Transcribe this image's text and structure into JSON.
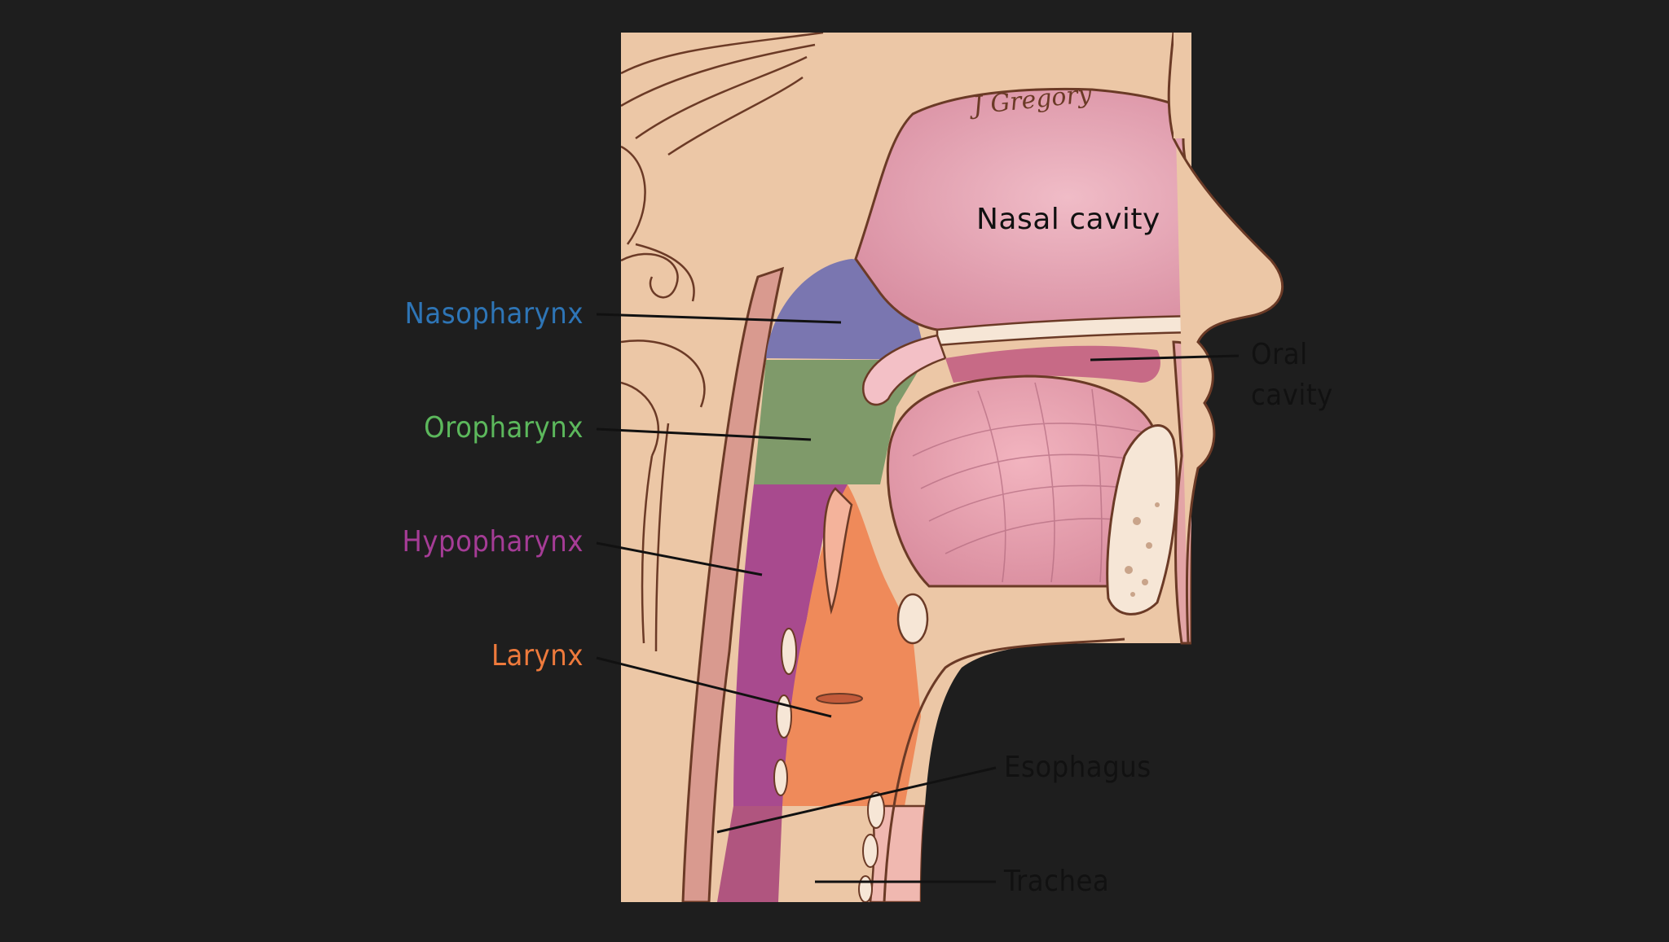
{
  "signature": "J Gregory",
  "labels": {
    "nasal_cavity": "Nasal cavity",
    "nasopharynx": "Nasopharynx",
    "oropharynx": "Oropharynx",
    "hypopharynx": "Hypopharynx",
    "larynx": "Larynx",
    "oral_cavity_line1": "Oral",
    "oral_cavity_line2": "cavity",
    "esophagus": "Esophagus",
    "trachea": "Trachea"
  },
  "colors": {
    "background": "#1e1e1e",
    "skin": "#ecc7a6",
    "outline": "#6b3a26",
    "nasal_tissue": "#e9a9b6",
    "nasopharynx": "#2e75b6",
    "oropharynx": "#5cb85c",
    "hypopharynx": "#a53c96",
    "larynx": "#ee7a3c",
    "nasopharynx_region": "#7a76b0",
    "oropharynx_region": "#7f9a6a",
    "hypopharynx_region": "#a84a8e",
    "larynx_region": "#ef8a5a",
    "text_dark": "#111111"
  }
}
